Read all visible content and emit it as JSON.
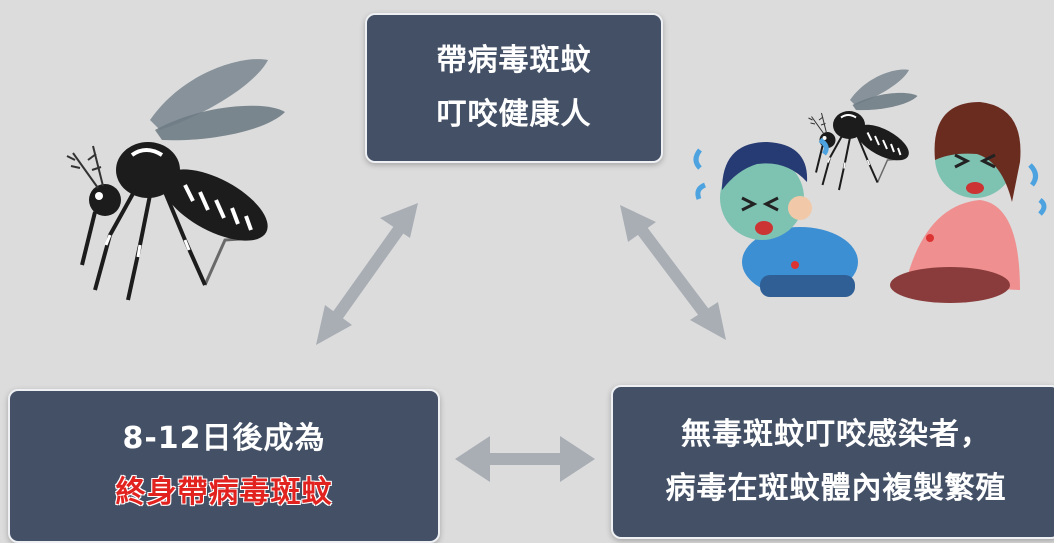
{
  "nodes": {
    "top": {
      "lines": [
        "帶病毒斑蚊",
        "叮咬健康人"
      ]
    },
    "left": {
      "line1": "8-12日後成為",
      "line2_highlight": "終身帶病毒斑蚊"
    },
    "right": {
      "lines": [
        "無毒斑蚊叮咬感染者，",
        "病毒在斑蚊體內複製繁殖"
      ]
    }
  },
  "colors": {
    "box_fill": "#435066",
    "box_border": "#eef0f3",
    "text": "#ffffff",
    "highlight_text": "#e2221f",
    "arrow": "#a9aeb5",
    "background": "#dcdcdc"
  },
  "illustrations": {
    "left": "mosquito-icon",
    "right": [
      "mosquito-icon",
      "sick-boy-figure",
      "sick-woman-figure"
    ]
  },
  "edges": [
    {
      "from": "top",
      "to": "left",
      "style": "double-arrow"
    },
    {
      "from": "top",
      "to": "right",
      "style": "double-arrow"
    },
    {
      "from": "left",
      "to": "right",
      "style": "double-arrow"
    }
  ]
}
